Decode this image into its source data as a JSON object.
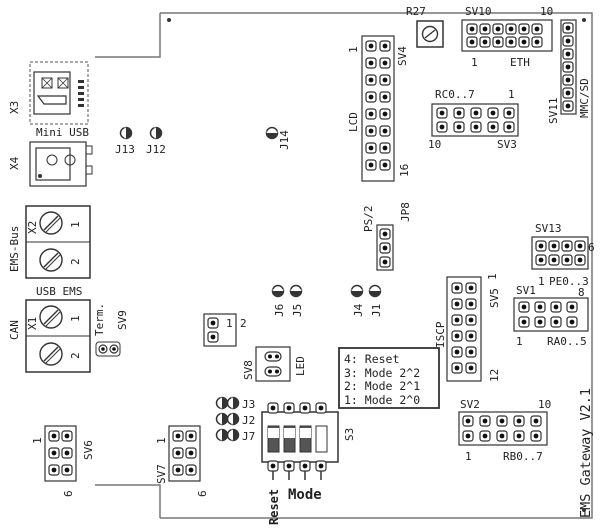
{
  "labels": {
    "r27": "R27",
    "sv10": "SV10",
    "sv10_pin10": "10",
    "sv10_pin1": "1",
    "eth": "ETH",
    "mmc_sd": "MMC/SD",
    "sv11": "SV11",
    "sv4": "SV4",
    "lcd_pin1": "1",
    "lcd": "LCD",
    "lcd_pin16": "16",
    "rc": "RC0..7",
    "sv3_pin1": "1",
    "sv3_pin10": "10",
    "sv3": "SV3",
    "x3": "X3",
    "mini_usb": "Mini USB",
    "x4": "X4",
    "j13": "J13",
    "j12": "J12",
    "j14": "J14",
    "x2": "X2",
    "ems_bus": "EMS-Bus",
    "usb_ems": "USB EMS",
    "ps2": "PS/2",
    "jp8": "JP8",
    "sv13": "SV13",
    "sv13_pin6": "6",
    "sv13_pin1": "1",
    "pe": "PE0..3",
    "sv1": "SV1",
    "sv1_pin8": "8",
    "sv1_pin1": "1",
    "ra": "RA0..5",
    "x1": "X1",
    "can": "CAN",
    "term": "Term.",
    "sv9": "SV9",
    "pin1": "1",
    "pin2": "2",
    "j6": "J6",
    "j5": "J5",
    "j4": "J4",
    "j1": "J1",
    "iscp": "ISCP",
    "sv5": "SV5",
    "sv5_pin1": "1",
    "sv5_pin12": "12",
    "sv8": "SV8",
    "led": "LED",
    "j3": "J3",
    "j2": "J2",
    "j7": "J7",
    "s3": "S3",
    "sv6": "SV6",
    "sv6_pin1": "1",
    "sv6_pin6": "6",
    "sv7": "SV7",
    "sv7_pin1": "1",
    "sv7_pin6": "6",
    "reset": "Reset",
    "mode": "Mode",
    "sv2": "SV2",
    "sv2_pin10": "10",
    "sv2_pin1": "1",
    "rb": "RB0..7",
    "title": "EMS Gateway V2.1",
    "legend": [
      "4: Reset",
      "3: Mode 2^2",
      "2: Mode 2^1",
      "1: Mode 2^0"
    ]
  },
  "colors": {
    "outline": "#777777",
    "pad_fill": "#ffffff",
    "pad_stroke": "#333333",
    "pad_hole": "#111111",
    "text": "#222222",
    "dark": "#333333"
  },
  "icons": [
    "screw-terminal-icon",
    "usb-connector-icon",
    "trimmer-potentiometer-icon",
    "dip-switch-icon",
    "jumper-icon",
    "pin-header-icon"
  ]
}
